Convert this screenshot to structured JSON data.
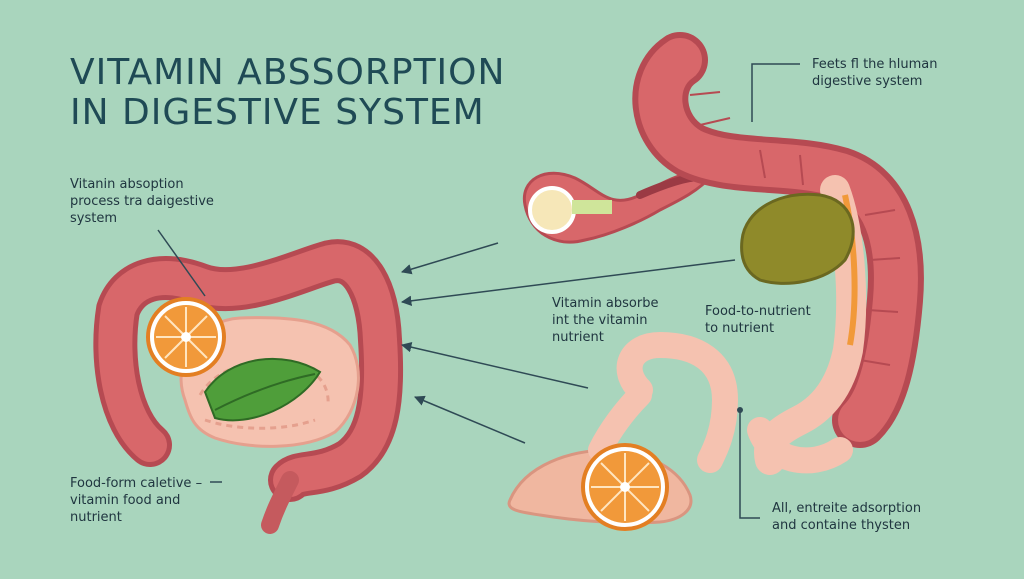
{
  "title": {
    "line1": "VITAMIN ABSSORPTION",
    "line2": "IN DIGESTIVE SYSTEM"
  },
  "labels": {
    "top_left": [
      "Vitanin absoption",
      "process tra daigestive",
      "system"
    ],
    "top_right": [
      "Feets fl the hluman",
      "digestive system"
    ],
    "center": [
      "Vitamin absorbe",
      "int the vitamin",
      "nutrient"
    ],
    "right_mid": [
      "Food-to-nutrient",
      "to nutrient"
    ],
    "bottom_left": [
      "Food-form caletive –",
      "vitamin food and",
      "nutrient"
    ],
    "bottom_right": [
      "All, entreite adsorption",
      "and containe thysten"
    ]
  },
  "colors": {
    "background": "#a9d5bd",
    "intestine": "#d8676a",
    "intestine_dark": "#b64a52",
    "small_intestine": "#f5c2b0",
    "leaf": "#4f9e3a",
    "orange": "#f1993a",
    "liver": "#8f8a2a",
    "title": "#1f4a55"
  }
}
